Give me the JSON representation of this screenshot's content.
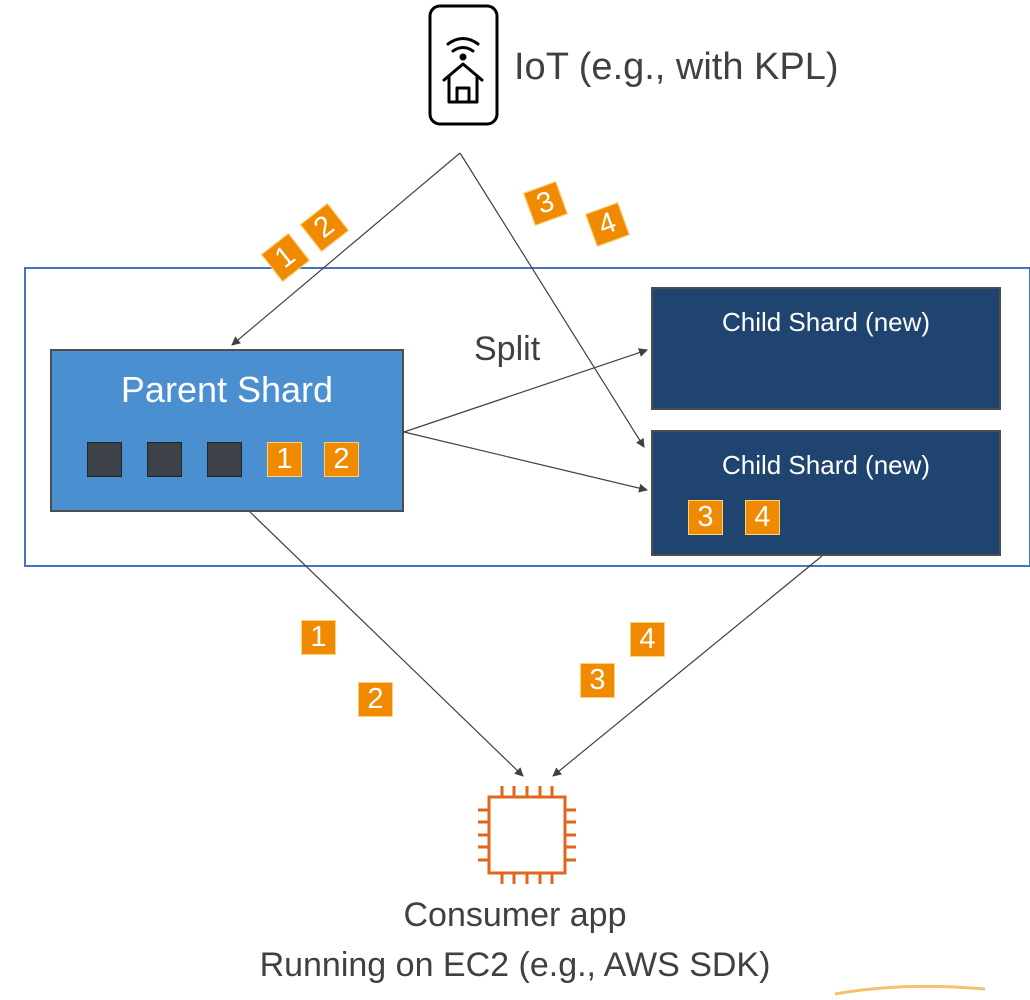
{
  "iot": {
    "label": "IoT (e.g., with KPL)",
    "icon": "smart-home-phone-icon"
  },
  "split_label": "Split",
  "parent_shard": {
    "title": "Parent Shard",
    "records": [
      "1",
      "2"
    ]
  },
  "child_shards": [
    {
      "title": "Child Shard (new)",
      "records": []
    },
    {
      "title": "Child Shard (new)",
      "records": [
        "3",
        "4"
      ]
    }
  ],
  "incoming_records": {
    "to_parent": [
      "1",
      "2"
    ],
    "to_child": [
      "3",
      "4"
    ]
  },
  "outgoing_records": {
    "from_parent": [
      "1",
      "2"
    ],
    "from_child": [
      "3",
      "4"
    ]
  },
  "consumer": {
    "line1": "Consumer app",
    "line2": "Running on EC2 (e.g., AWS SDK)",
    "icon": "ec2-chip-icon"
  },
  "colors": {
    "record_orange": "#f08a00",
    "parent_blue": "#4a8fd0",
    "child_navy": "#1f446f",
    "frame_blue": "#4472c4",
    "ec2_orange": "#e0661a"
  }
}
